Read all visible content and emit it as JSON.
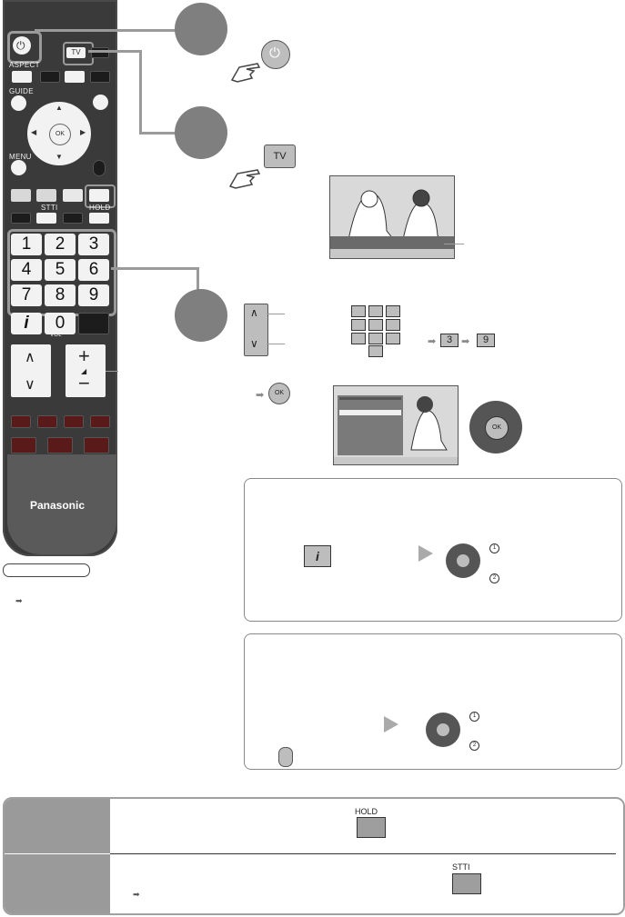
{
  "remote": {
    "aspect_label": "ASPECT",
    "guide_label": "GUIDE",
    "ok_label": "OK",
    "menu_label": "MENU",
    "stti_label": "STTI",
    "hold_label": "HOLD",
    "tv_label": "TV",
    "keys": [
      "1",
      "2",
      "3",
      "4",
      "5",
      "6",
      "7",
      "8",
      "9",
      "0"
    ],
    "info_label": "i",
    "vol_label": "VOL",
    "plus": "+",
    "minus": "−",
    "brand": "Panasonic"
  },
  "step_buttons": {
    "tv_button": "TV",
    "ok_small": "OK",
    "channel_seq": [
      "3",
      "9"
    ],
    "ok_dial": "OK",
    "marker_1": "1",
    "marker_2": "2"
  },
  "icons": {
    "power": "power-icon",
    "hand": "pointing-hand-icon",
    "arrow": "arrow-right-icon"
  },
  "colors": {
    "remote_body": "#3a3a3a",
    "step_circle": "#7f7f7f",
    "highlight": "#9a9a9a"
  }
}
